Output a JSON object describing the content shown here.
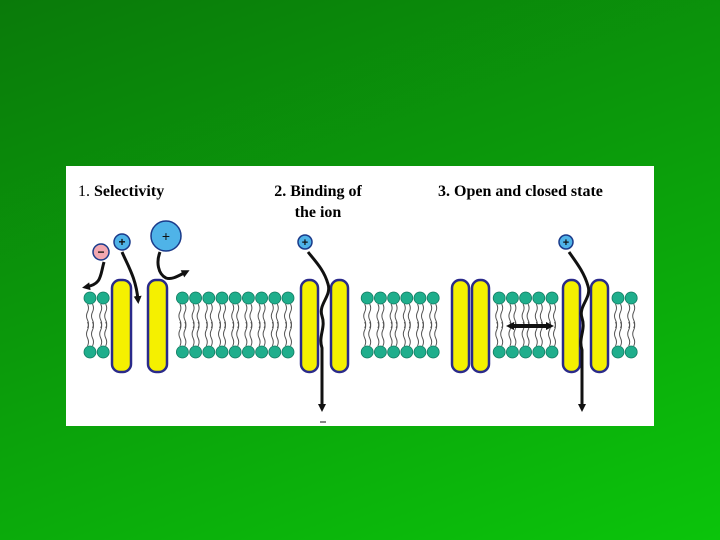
{
  "panels": [
    {
      "number": "1.",
      "title": "Selectivity"
    },
    {
      "title_line1": "2. Binding of",
      "title_line2": "the ion"
    },
    {
      "title": "3. Open and closed state"
    }
  ],
  "ions": {
    "positive_symbol": "+",
    "negative_symbol": "−"
  },
  "colors": {
    "background_green": "#0b9a0b",
    "panel_white": "#ffffff",
    "lipid_head": "#1fae8c",
    "channel_yellow": "#f5f000",
    "channel_outline": "#2a2a8a",
    "ion_blue": "#4fb3e8",
    "ion_pink": "#f2a7b0"
  },
  "icons": [
    "positive-ion-icon",
    "negative-ion-icon",
    "arrow-icon",
    "double-arrow-icon"
  ]
}
